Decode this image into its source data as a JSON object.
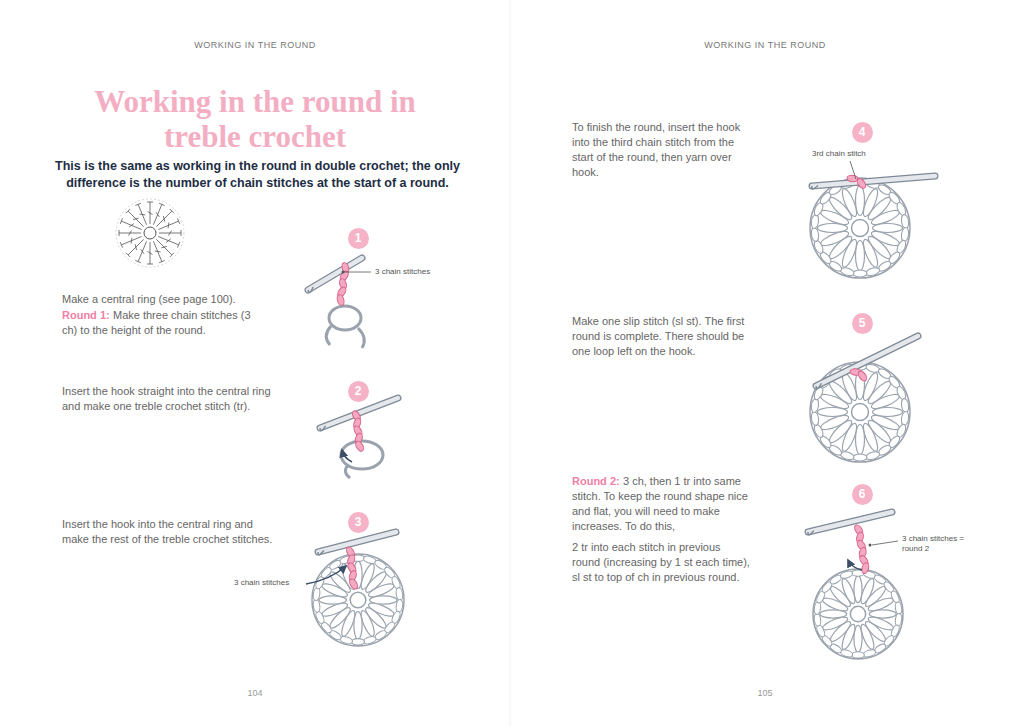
{
  "diagram": {
    "title": "Working in the round in treble crochet",
    "nodes": [
      {
        "text": [
          "1"
        ]
      },
      {
        "text": [
          "2"
        ]
      },
      {
        "text": [
          "3"
        ]
      },
      {
        "text": [
          "4"
        ]
      },
      {
        "text": [
          "5"
        ]
      },
      {
        "text": [
          "6"
        ]
      }
    ],
    "labels": [
      "WORKING IN THE ROUND",
      "WORKING IN THE ROUND",
      "This is the same as working in the round in double crochet; the only difference is the number of chain stitches at the start of a round.",
      "Make a central ring (see page 100).",
      "Round 1:",
      "Make three chain stitches (3 ch) to the height of the round.",
      "Insert the hook straight into the central ring and make one treble crochet stitch (tr).",
      "Insert the hook into the central ring and make the rest of the treble crochet stitches.",
      "3 chain stitches",
      "3 chain stitches",
      "104",
      "To finish the round, insert the hook into the third chain stitch from the start of the round, then yarn over hook.",
      "3rd chain stitch",
      "Make one slip stitch (sl st). The first round is complete. There should be one loop left on the hook.",
      "Round 2:",
      "3 ch, then 1 tr into same stitch. To keep the round shape nice and flat, you will need to make increases. To do this,",
      "2 tr into each stitch in previous round (increasing by 1 st each time), sl st to top of ch in previous round.",
      "3 chain stitches = round 2",
      "105"
    ]
  }
}
